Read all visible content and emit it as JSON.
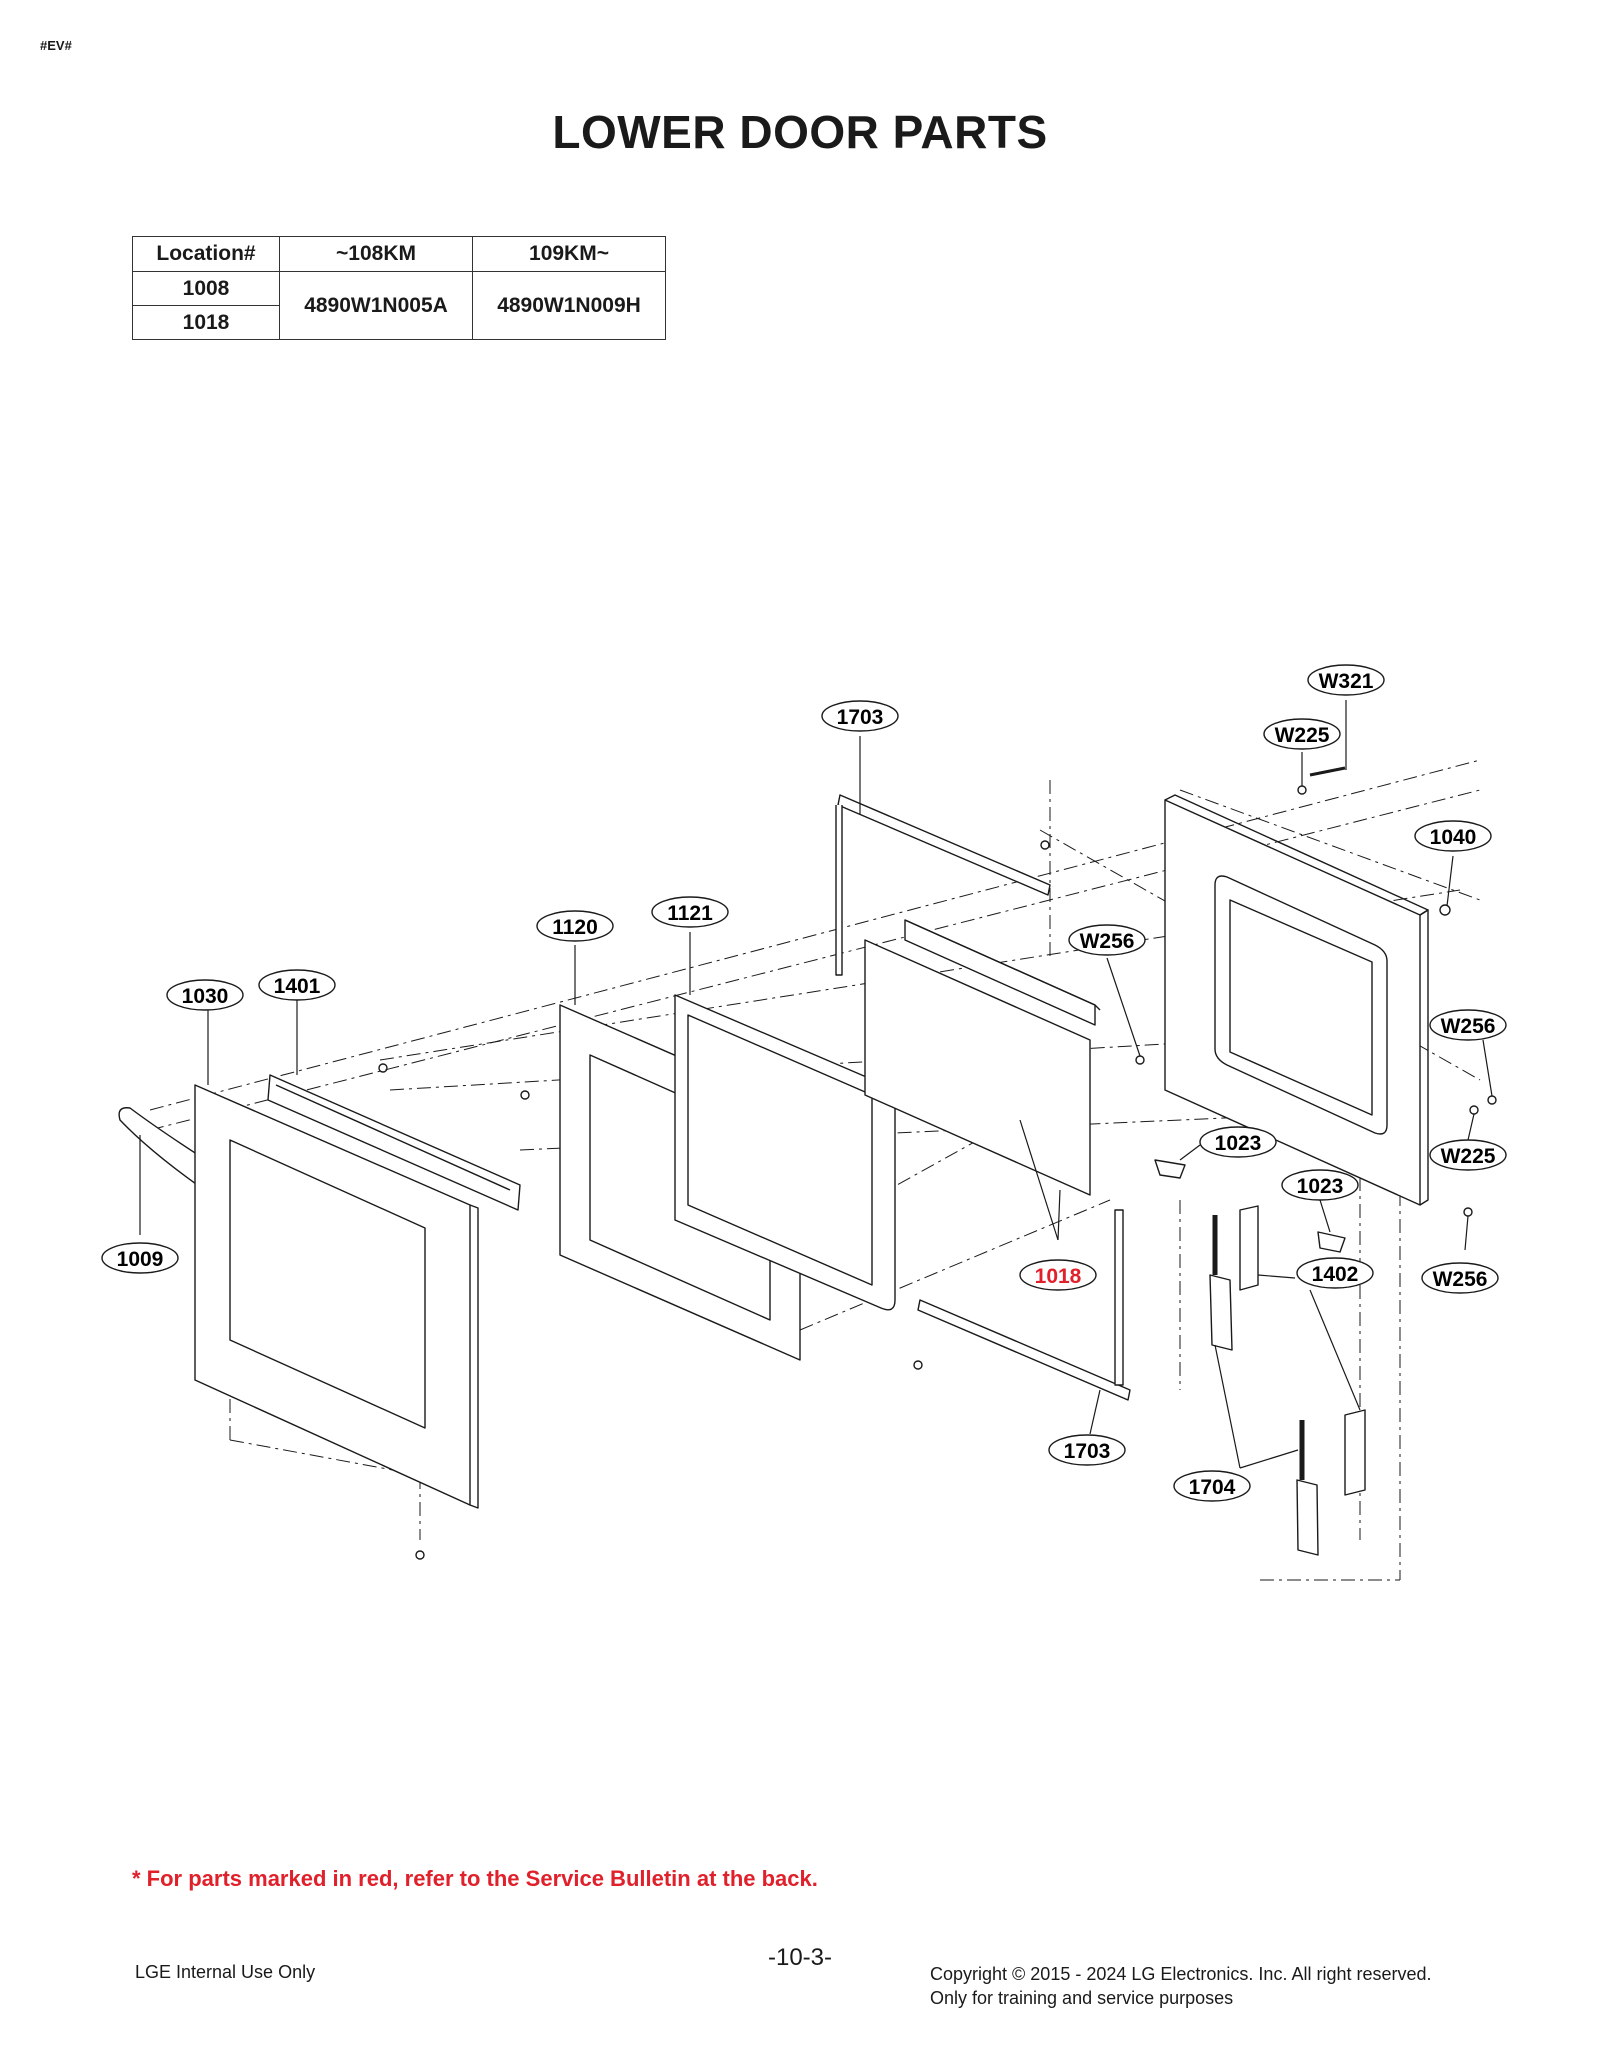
{
  "header": {
    "tag": "#EV#",
    "title": "LOWER DOOR PARTS"
  },
  "location_table": {
    "headers": [
      "Location#",
      "~108KM",
      "109KM~"
    ],
    "rows": [
      "1008",
      "1018"
    ],
    "part_108": "4890W1N005A",
    "part_109": "4890W1N009H"
  },
  "callouts": [
    {
      "id": "W321",
      "label": "W321"
    },
    {
      "id": "1703-top",
      "label": "1703"
    },
    {
      "id": "W225-top",
      "label": "W225"
    },
    {
      "id": "1040",
      "label": "1040"
    },
    {
      "id": "1121",
      "label": "1121"
    },
    {
      "id": "1120",
      "label": "1120"
    },
    {
      "id": "W256-mid",
      "label": "W256"
    },
    {
      "id": "1030",
      "label": "1030"
    },
    {
      "id": "1401",
      "label": "1401"
    },
    {
      "id": "W256-right",
      "label": "W256"
    },
    {
      "id": "1023-a",
      "label": "1023"
    },
    {
      "id": "W225-right",
      "label": "W225"
    },
    {
      "id": "1023-b",
      "label": "1023"
    },
    {
      "id": "1009",
      "label": "1009"
    },
    {
      "id": "1018",
      "label": "1018",
      "highlight": true
    },
    {
      "id": "1402",
      "label": "1402"
    },
    {
      "id": "W256-low",
      "label": "W256"
    },
    {
      "id": "1703-bot",
      "label": "1703"
    },
    {
      "id": "1704",
      "label": "1704"
    }
  ],
  "colors": {
    "highlight": "#e0202a",
    "line": "#1a1a1a"
  },
  "footer": {
    "note": "* For parts marked in red, refer to the Service Bulletin at the back.",
    "left": "LGE Internal Use Only",
    "page": "-10-3-",
    "copyright": "Copyright © 2015 - 2024 LG Electronics. Inc. All right reserved.",
    "purpose": "Only for training and service purposes"
  }
}
